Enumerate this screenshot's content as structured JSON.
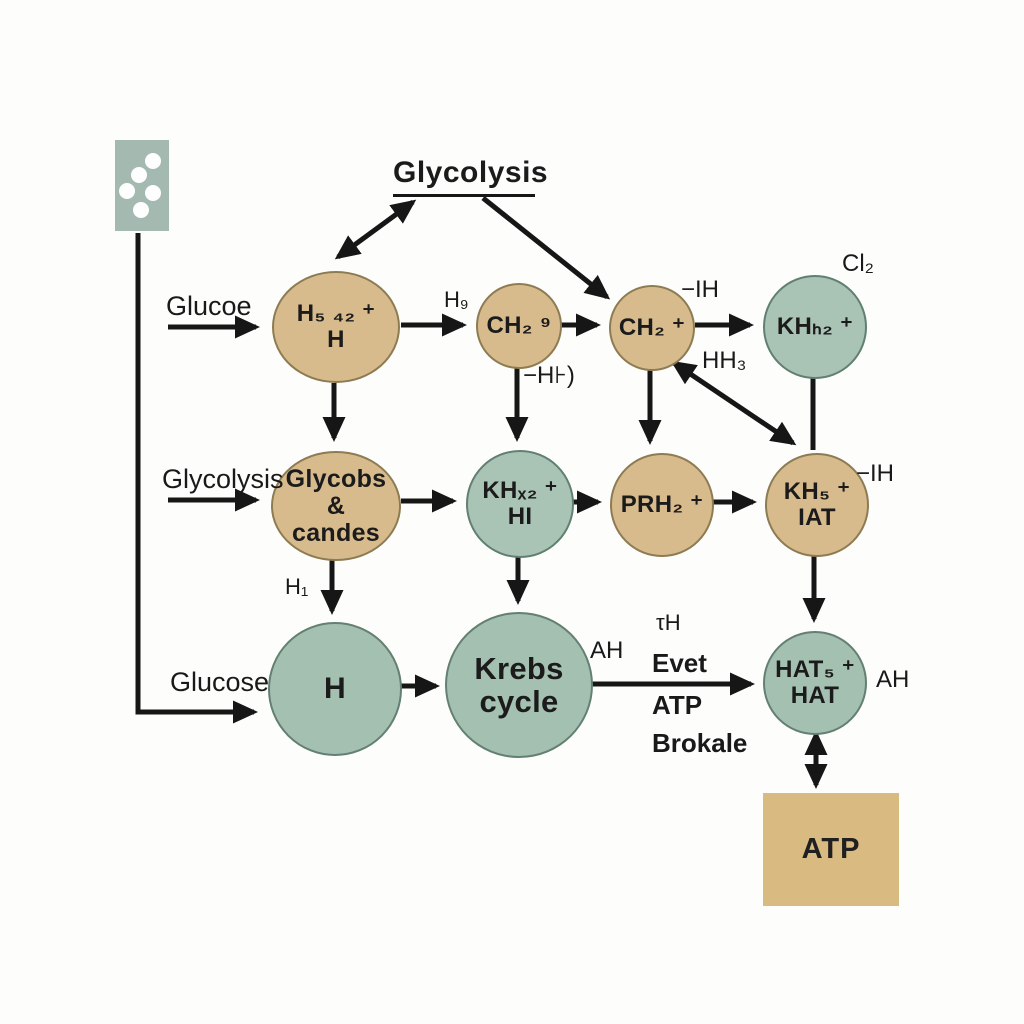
{
  "title": "Glycolysis",
  "colors": {
    "tan_fill": "#d8bb8d",
    "tan_border": "#8d7b52",
    "teal_fill": "#a9c3b5",
    "teal_border": "#617f72",
    "atp_fill": "#d9ba80",
    "icon_fill": "#a4bab0",
    "arrow": "#161616",
    "background": "#fdfdfc"
  },
  "nodes": {
    "hexose": {
      "lines": [
        "H₅ ₄₂ ⁺",
        "H"
      ]
    },
    "ch2_9": {
      "lines": [
        "CH₂ ⁹"
      ]
    },
    "ch2_plus": {
      "lines": [
        "CH₂ ⁺"
      ]
    },
    "kh_h2": {
      "lines": [
        "KHₕ₂ ⁺"
      ]
    },
    "glycobs": {
      "lines": [
        "Glycobs",
        "&",
        "candes"
      ]
    },
    "kh_x2": {
      "lines": [
        "KHₓ₂ ⁺",
        "HI"
      ]
    },
    "prh2": {
      "lines": [
        "PRH₂ ⁺"
      ]
    },
    "kh5": {
      "lines": [
        "KH₅ ⁺",
        "IAT"
      ]
    },
    "h": {
      "lines": [
        "H"
      ]
    },
    "krebs": {
      "lines": [
        "Krebs",
        "cycle"
      ]
    },
    "hat": {
      "lines": [
        "HAT₅ ⁺",
        "HAT"
      ]
    },
    "atp": {
      "label": "ATP"
    }
  },
  "labels": {
    "glucoe": "Glucoe",
    "h9": "H₉",
    "minus_hf": "−H⊦)",
    "minus_ih_top": "−IH",
    "cl2": "Cl₂",
    "hh3": "HH₃",
    "glycolysis_row2": "Glycolysis",
    "h1": "H₁",
    "minus_ih_mid": "−IH",
    "glucose": "Glucose",
    "ah_krebs": "AH",
    "th": "τH",
    "evet": "Evet",
    "atp_word": "ATP",
    "brokale": "Brokale",
    "ah_hat": "AH"
  }
}
